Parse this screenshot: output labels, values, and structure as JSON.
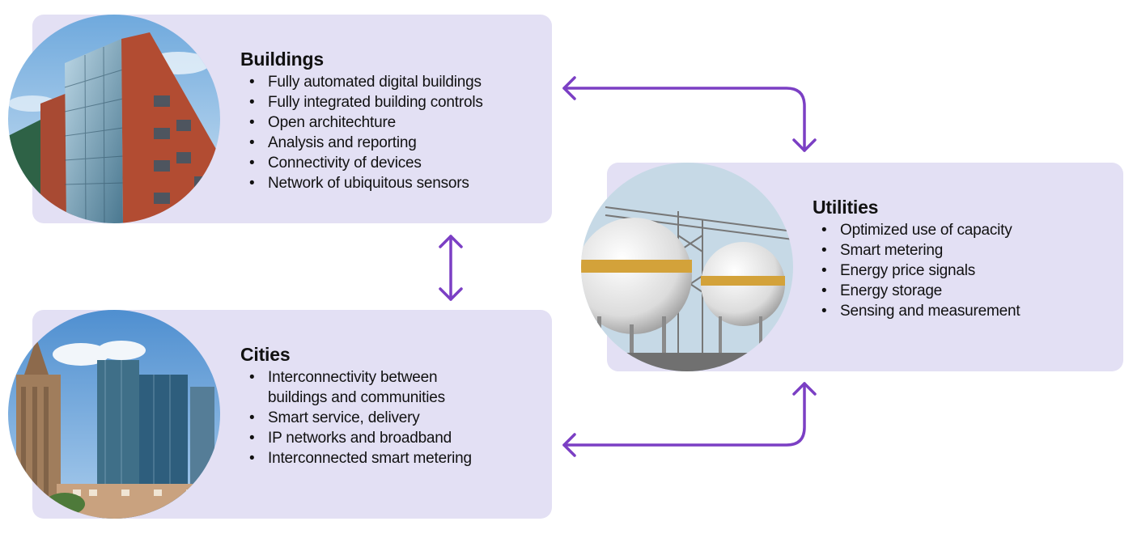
{
  "colors": {
    "card_bg": "#e3e0f4",
    "connector": "#7b3fc4"
  },
  "buildings": {
    "title": "Buildings",
    "items": [
      "Fully automated digital buildings",
      "Fully integrated building controls",
      "Open architechture",
      "Analysis and reporting",
      "Connectivity of devices",
      "Network of ubiquitous sensors"
    ]
  },
  "cities": {
    "title": "Cities",
    "items": [
      "Interconnectivity between buildings and communities",
      "Smart service, delivery",
      "IP networks and broadband",
      "Interconnected smart metering"
    ]
  },
  "utilities": {
    "title": "Utilities",
    "items": [
      "Optimized use of capacity",
      "Smart metering",
      "Energy price signals",
      "Energy storage",
      "Sensing and measurement"
    ]
  }
}
